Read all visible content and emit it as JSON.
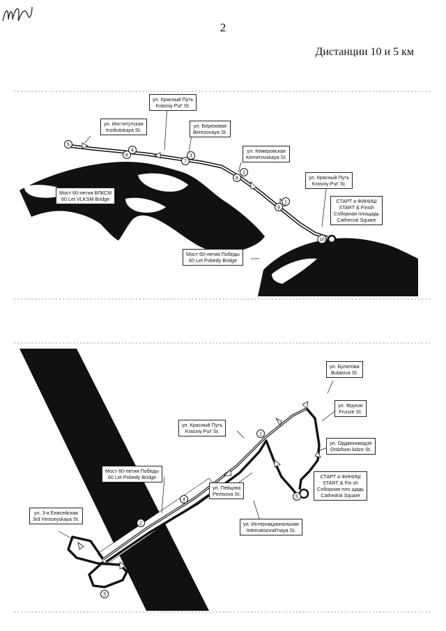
{
  "page_number": "2",
  "subtitle": "Дистанции 10 и 5 км",
  "map1": {
    "labels": {
      "institutskaya": [
        "ул. Институтская",
        "Institutskaya St."
      ],
      "krasniy_put_top": [
        "ул. Красный Путь",
        "Krasniy Put' St."
      ],
      "berezovaya": [
        "ул. Березовая",
        "Berezovaya St."
      ],
      "kemerovskaya": [
        "ул. Кемеровская",
        "Kemerovskaya St."
      ],
      "krasniy_put_right": [
        "ул. Красный Путь",
        "Krasniy Put' St."
      ],
      "start_finish": [
        "СТАРТ и ФИНИШ",
        "START & Finish",
        "Соборная площадь",
        "Cathecral Square"
      ],
      "vlksm_bridge": [
        "Мост 60-летия ВЛКСМ",
        "60 Let VLKSM Bridge"
      ],
      "pobedy_bridge": [
        "Мост 60-летия Победы",
        "60 Let Pobedy Bridge"
      ]
    },
    "markers": [
      "1",
      "2",
      "3",
      "4",
      "5",
      "6",
      "7",
      "8",
      "9",
      "10"
    ]
  },
  "map2": {
    "labels": {
      "bulatova": [
        "ул. Булатова",
        "Bulatova St."
      ],
      "frunze": [
        "ул. Фрунзе",
        "Frunze St."
      ],
      "krasniy_put": [
        "ул. Красный Путь",
        "Krasniy Put' St."
      ],
      "ordzhonikidze": [
        "ул. Орджоникидзе",
        "Ordzhoni kidze St."
      ],
      "pobedy_bridge": [
        "Мост 60-летия Победы",
        "60 Let Pobedy Bridge"
      ],
      "pevtsova": [
        "ул. Певцова",
        "Pevtsova St."
      ],
      "start_finish": [
        "СТАРТ и ФИНИШ",
        "START & Fin sh",
        "Соборная пло щадь",
        "Cathedral Square"
      ],
      "yeniseyskaya": [
        "ул. 3-я Енисейская",
        "3rd Yeniseyskaya St."
      ],
      "internatsionalnaya": [
        "ул. Интернациональная",
        "Internatsional'naya St."
      ]
    },
    "markers": [
      "1",
      "2",
      "3",
      "4",
      "5"
    ]
  },
  "colors": {
    "ink": "#111111",
    "paper": "#ffffff"
  },
  "signature_icon": "handwritten-signature"
}
